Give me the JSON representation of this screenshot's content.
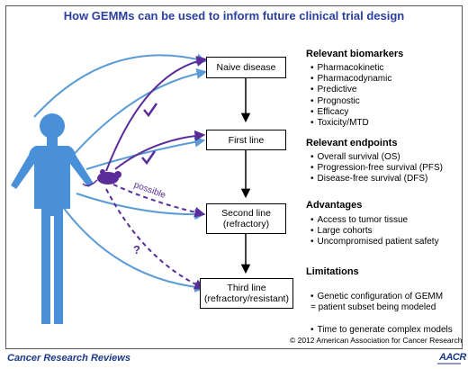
{
  "title": "How GEMMs can be used to inform future clinical trial design",
  "stages": [
    {
      "lines": [
        "Naive disease"
      ]
    },
    {
      "lines": [
        "First line"
      ]
    },
    {
      "lines": [
        "Second line",
        "(refractory)"
      ]
    },
    {
      "lines": [
        "Third line",
        "(refractory/resistant)"
      ]
    }
  ],
  "arrow_labels": {
    "possible": "possible",
    "question": "?"
  },
  "sections": [
    {
      "title": "Relevant biomarkers",
      "items": [
        "Pharmacokinetic",
        "Pharmacodynamic",
        "Predictive",
        "Prognostic",
        "Efficacy",
        "Toxicity/MTD"
      ]
    },
    {
      "title": "Relevant endpoints",
      "items": [
        "Overall survival (OS)",
        "Progression-free survival (PFS)",
        "Disease-free survival (DFS)"
      ]
    },
    {
      "title": "Advantages",
      "items": [
        "Access to tumor tissue",
        "Large cohorts",
        "Uncompromised patient safety"
      ]
    },
    {
      "title": "Limitations",
      "items": [
        "Genetic configuration of GEMM\n= patient subset being modeled",
        "Time to generate complex models"
      ]
    }
  ],
  "copyright": "© 2012  American Association for Cancer Research",
  "footer": {
    "journal": "Cancer Research Reviews",
    "logo_text": "AACR"
  },
  "colors": {
    "title": "#2b3fa0",
    "human": "#4a90d9",
    "mouse": "#5a2d9a",
    "arrow_blue": "#5b9bd5"
  },
  "icons": [
    "human-figure-icon",
    "mouse-icon",
    "checkmark-icon"
  ]
}
